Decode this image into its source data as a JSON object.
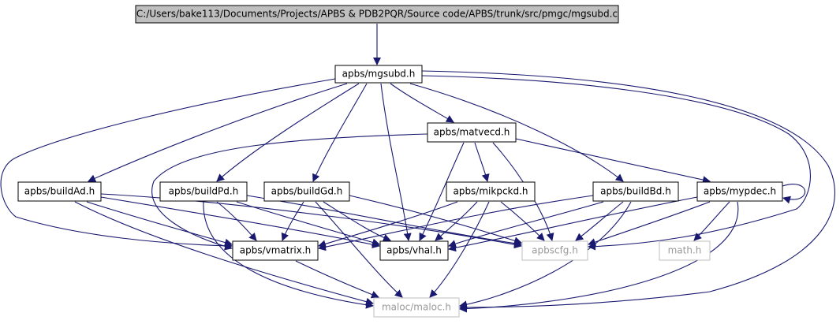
{
  "colors": {
    "edge": "#191970",
    "root_fill": "#bfbfbf",
    "node_border": "#000000",
    "missing_border": "#bfbfbf",
    "missing_text": "#999999",
    "text": "#000000",
    "background": "#ffffff"
  },
  "nodes": {
    "root": {
      "label": "C:/Users/bake113/Documents/Projects/APBS & PDB2PQR/Source code/APBS/trunk/src/pmgc/mgsubd.c",
      "style": "root"
    },
    "mgsubd": {
      "label": "apbs/mgsubd.h",
      "style": "normal"
    },
    "matvecd": {
      "label": "apbs/matvecd.h",
      "style": "normal"
    },
    "buildAd": {
      "label": "apbs/buildAd.h",
      "style": "normal"
    },
    "buildPd": {
      "label": "apbs/buildPd.h",
      "style": "normal"
    },
    "buildGd": {
      "label": "apbs/buildGd.h",
      "style": "normal"
    },
    "mikpckd": {
      "label": "apbs/mikpckd.h",
      "style": "normal"
    },
    "buildBd": {
      "label": "apbs/buildBd.h",
      "style": "normal"
    },
    "mypdec": {
      "label": "apbs/mypdec.h",
      "style": "normal"
    },
    "vmatrix": {
      "label": "apbs/vmatrix.h",
      "style": "normal"
    },
    "vhal": {
      "label": "apbs/vhal.h",
      "style": "normal"
    },
    "apbscfg": {
      "label": "apbscfg.h",
      "style": "missing"
    },
    "math": {
      "label": "math.h",
      "style": "missing"
    },
    "maloc": {
      "label": "maloc/maloc.h",
      "style": "missing"
    }
  },
  "edges": [
    [
      "root",
      "mgsubd"
    ],
    [
      "mgsubd",
      "matvecd"
    ],
    [
      "mgsubd",
      "buildAd"
    ],
    [
      "mgsubd",
      "buildPd"
    ],
    [
      "mgsubd",
      "buildGd"
    ],
    [
      "mgsubd",
      "buildBd"
    ],
    [
      "mgsubd",
      "vmatrix"
    ],
    [
      "mgsubd",
      "vhal"
    ],
    [
      "mgsubd",
      "apbscfg"
    ],
    [
      "mgsubd",
      "maloc"
    ],
    [
      "matvecd",
      "vmatrix"
    ],
    [
      "matvecd",
      "mikpckd"
    ],
    [
      "matvecd",
      "vhal"
    ],
    [
      "matvecd",
      "apbscfg"
    ],
    [
      "matvecd",
      "mypdec"
    ],
    [
      "buildAd",
      "vmatrix"
    ],
    [
      "buildAd",
      "vhal"
    ],
    [
      "buildAd",
      "apbscfg"
    ],
    [
      "buildAd",
      "maloc"
    ],
    [
      "buildPd",
      "vmatrix"
    ],
    [
      "buildPd",
      "vhal"
    ],
    [
      "buildPd",
      "apbscfg"
    ],
    [
      "buildPd",
      "maloc"
    ],
    [
      "buildGd",
      "vmatrix"
    ],
    [
      "buildGd",
      "vhal"
    ],
    [
      "buildGd",
      "apbscfg"
    ],
    [
      "buildGd",
      "maloc"
    ],
    [
      "mikpckd",
      "vmatrix"
    ],
    [
      "mikpckd",
      "vhal"
    ],
    [
      "mikpckd",
      "apbscfg"
    ],
    [
      "mikpckd",
      "maloc"
    ],
    [
      "buildBd",
      "vmatrix"
    ],
    [
      "buildBd",
      "vhal"
    ],
    [
      "buildBd",
      "apbscfg"
    ],
    [
      "buildBd",
      "maloc"
    ],
    [
      "mypdec",
      "mypdec"
    ],
    [
      "mypdec",
      "vhal"
    ],
    [
      "mypdec",
      "apbscfg"
    ],
    [
      "mypdec",
      "math"
    ],
    [
      "mypdec",
      "maloc"
    ],
    [
      "vmatrix",
      "maloc"
    ]
  ]
}
